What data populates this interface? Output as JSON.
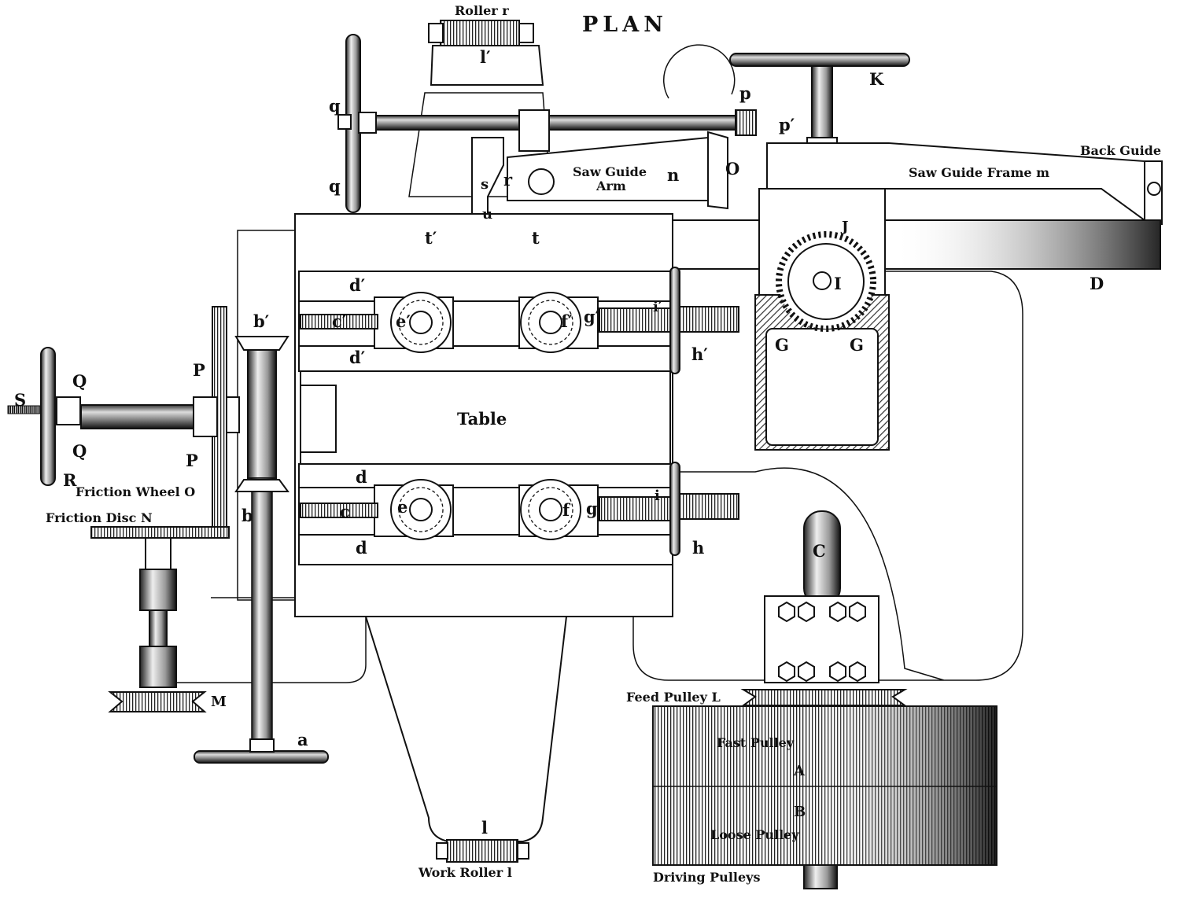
{
  "title": "PLAN",
  "labels": {
    "roller_r_top": "Roller r",
    "l_prime": "l′",
    "K": "K",
    "p": "p",
    "p_prime": "p′",
    "q_upper": "q",
    "q_lower": "q",
    "back_guide": "Back Guide",
    "saw_guide_frame": "Saw Guide Frame m",
    "saw_guide_arm_line1": "Saw Guide",
    "saw_guide_arm_line2": "Arm",
    "n": "n",
    "O_upper": "O",
    "r": "r",
    "s": "s",
    "u": "u",
    "t_prime": "t′",
    "t": "t",
    "J": "J",
    "I": "I",
    "D": "D",
    "G_left": "G",
    "G_right": "G",
    "d_prime_top": "d′",
    "d_prime_bottom": "d′",
    "c_prime": "c′",
    "e_prime": "e′",
    "f_prime": "f′",
    "g_prime": "g′",
    "i_prime": "i′",
    "h_prime": "h′",
    "b_prime": "b′",
    "b": "b",
    "table": "Table",
    "d_top": "d",
    "d_bottom": "d",
    "c": "c",
    "e": "e",
    "f": "f",
    "g": "g",
    "i": "i",
    "h": "h",
    "S": "S",
    "Q_upper": "Q",
    "Q_lower": "Q",
    "P_upper": "P",
    "P_lower": "P",
    "R": "R",
    "friction_wheel": "Friction Wheel O",
    "friction_disc": "Friction Disc N",
    "C": "C",
    "M": "M",
    "a": "a",
    "feed_pulley": "Feed Pulley L",
    "fast_pulley": "Fast Pulley",
    "A": "A",
    "B": "B",
    "loose_pulley": "Loose Pulley",
    "driving_pulleys": "Driving Pulleys",
    "l_lower": "l",
    "work_roller": "Work Roller l"
  }
}
